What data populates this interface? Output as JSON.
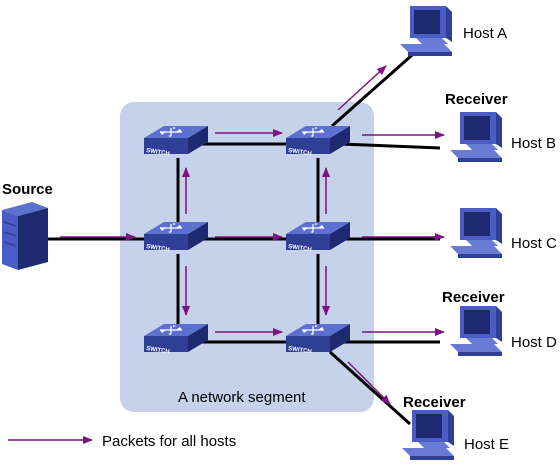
{
  "diagram": {
    "segment_label": "A network segment",
    "source_label": "Source",
    "switch_text": "SWITCH",
    "legend_label": "Packets for all hosts",
    "hosts": [
      {
        "name": "Host A",
        "receiver": ""
      },
      {
        "name": "Host B",
        "receiver": "Receiver"
      },
      {
        "name": "Host C",
        "receiver": ""
      },
      {
        "name": "Host D",
        "receiver": "Receiver"
      },
      {
        "name": "Host E",
        "receiver": "Receiver"
      }
    ],
    "colors": {
      "segment_fill": "#c5d2ea",
      "switch_blue": "#3a4fb0",
      "arrow_purple": "#7b1480",
      "link_black": "#000000",
      "host_blue": "#4b5cc4"
    }
  }
}
